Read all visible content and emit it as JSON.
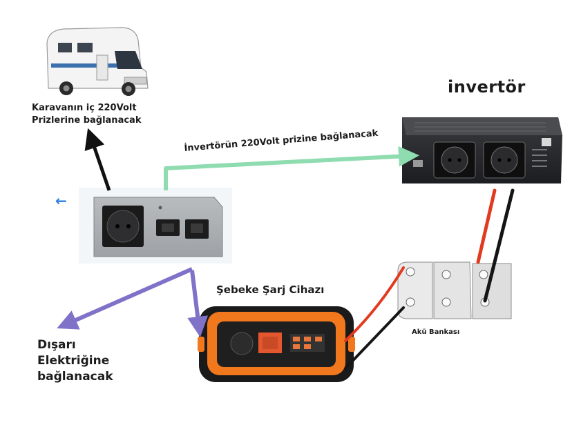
{
  "labels": {
    "rv_line1": "Karavanın iç 220Volt",
    "rv_line2": "Prizlerine bağlanacak",
    "inverter_title": "invertör",
    "inverter_connection": "İnvertörün 220Volt prizine bağlanacak",
    "charger_title": "Şebeke Şarj Cihazı",
    "battery_bank": "Akü Bankası",
    "external_line1": "Dışarı",
    "external_line2": "Elektriğine",
    "external_line3": "bağlanacak"
  },
  "icons": {
    "back_arrow": "←"
  },
  "colors": {
    "arrow_black": "#111111",
    "arrow_green": "#8fdcb0",
    "arrow_purple": "#7f72c8",
    "wire_red": "#e23a1f",
    "wire_black": "#151515",
    "charger_orange": "#f2781e",
    "nav_blue": "#2a7de1"
  }
}
